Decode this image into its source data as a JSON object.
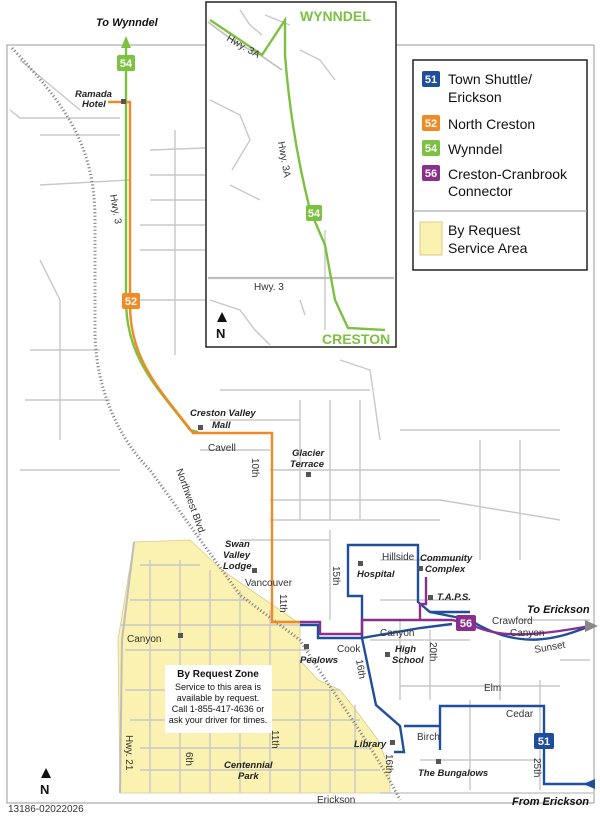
{
  "destinations": {
    "to_wynndel": "To Wynndel",
    "to_erickson": "To Erickson",
    "from_erickson": "From Erickson"
  },
  "inset": {
    "top_label": "WYNNDEL",
    "bottom_label": "CRESTON",
    "hwy3a_top": "Hwy. 3A",
    "hwy3a_mid": "Hwy. 3A",
    "hwy3": "Hwy. 3",
    "north": "N"
  },
  "legend": {
    "items": [
      {
        "number": "51",
        "label_lines": [
          "Town Shuttle/",
          "Erickson"
        ],
        "color": "#1f4e9c"
      },
      {
        "number": "52",
        "label_lines": [
          "North Creston"
        ],
        "color": "#f08a24"
      },
      {
        "number": "54",
        "label_lines": [
          "Wynndel"
        ],
        "color": "#7cc142"
      },
      {
        "number": "56",
        "label_lines": [
          "Creston-Cranbrook",
          "Connector"
        ],
        "color": "#8b2f8f"
      }
    ],
    "area_label_lines": [
      "By Request",
      "Service Area"
    ],
    "area_color": "#fbf1b0"
  },
  "streets": {
    "hwy3": "Hwy. 3",
    "cavell": "Cavell",
    "tenth": "10th",
    "northwest": "Northwest Blvd.",
    "vancouver": "Vancouver",
    "eleventh": "11th",
    "fifteenth": "15th",
    "hillside": "Hillside",
    "crawford": "Crawford",
    "canyon_left": "Canyon",
    "canyon_mid": "Canyon",
    "canyon_right": "Canyon",
    "sunset": "Sunset",
    "cook": "Cook",
    "sixteenth": "16th",
    "twentieth": "20th",
    "elm": "Elm",
    "cedar": "Cedar",
    "birch": "Birch",
    "eleventh_south": "11th",
    "sixth": "6th",
    "hwy21": "Hwy. 21",
    "sixteenth_south": "16th",
    "twentyfifth": "25th",
    "erickson": "Erickson"
  },
  "places": {
    "ramada_1": "Ramada",
    "ramada_2": "Hotel",
    "mall_1": "Creston Valley",
    "mall_2": "Mall",
    "glacier_1": "Glacier",
    "glacier_2": "Terrace",
    "swan_1": "Swan",
    "swan_2": "Valley",
    "swan_3": "Lodge",
    "hospital": "Hospital",
    "community_1": "Community",
    "community_2": "Complex",
    "taps": "T.A.P.S.",
    "pealows": "Pealows",
    "high_1": "High",
    "high_2": "School",
    "library": "Library",
    "centennial_1": "Centennial",
    "centennial_2": "Park",
    "bungalows": "The Bungalows"
  },
  "request_zone": {
    "title": "By Request Zone",
    "lines": [
      "Service to this area is",
      "available by request.",
      "Call 1-855-417-4636 or",
      "ask your driver for times."
    ]
  },
  "route_badges": {
    "r51": "51",
    "r52": "52",
    "r54_main": "54",
    "r54_inset": "54",
    "r56": "56"
  },
  "north_label": "N",
  "doc_code": "13186-02022026"
}
